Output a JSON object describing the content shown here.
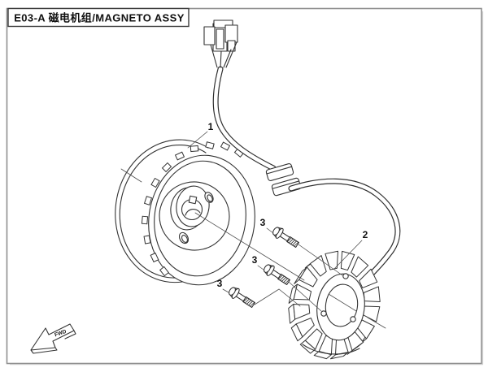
{
  "title_block": {
    "title": "E03-A 磁电机组/MAGNETO ASSY"
  },
  "callouts": {
    "rotor": "1",
    "stator": "2",
    "bolt_top": "3",
    "bolt_middle": "3",
    "bolt_bottom": "3"
  },
  "fwd": {
    "label": "FWD"
  },
  "colors": {
    "ink": "#333333",
    "frame": "#8f8f8f",
    "paper": "#ffffff"
  }
}
